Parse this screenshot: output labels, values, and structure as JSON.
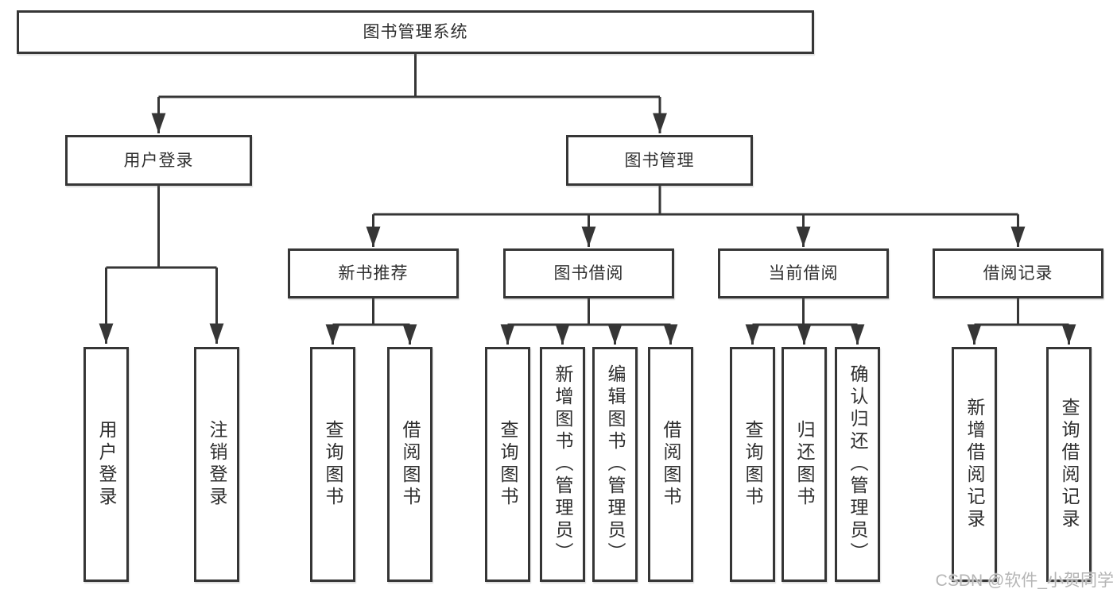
{
  "diagram": {
    "root": {
      "label": "图书管理系统"
    },
    "level2": [
      {
        "label": "用户登录",
        "children": [
          {
            "label": "用户登录"
          },
          {
            "label": "注销登录"
          }
        ]
      },
      {
        "label": "图书管理",
        "children": [
          {
            "label": "新书推荐",
            "children": [
              {
                "label": "查询图书"
              },
              {
                "label": "借阅图书"
              }
            ]
          },
          {
            "label": "图书借阅",
            "children": [
              {
                "label": "查询图书"
              },
              {
                "label": "新增图书（管理员）"
              },
              {
                "label": "编辑图书（管理员）"
              },
              {
                "label": "借阅图书"
              }
            ]
          },
          {
            "label": "当前借阅",
            "children": [
              {
                "label": "查询图书"
              },
              {
                "label": "归还图书"
              },
              {
                "label": "确认归还（管理员）"
              }
            ]
          },
          {
            "label": "借阅记录",
            "children": [
              {
                "label": "新增借阅记录"
              },
              {
                "label": "查询借阅记录"
              }
            ]
          }
        ]
      }
    ]
  },
  "watermark": {
    "text": "CSDN @软件_小贺同学"
  },
  "colors": {
    "line": "#363636",
    "text": "#2f2f2f",
    "background": "#ffffff",
    "watermark": "#b5b5b5"
  }
}
